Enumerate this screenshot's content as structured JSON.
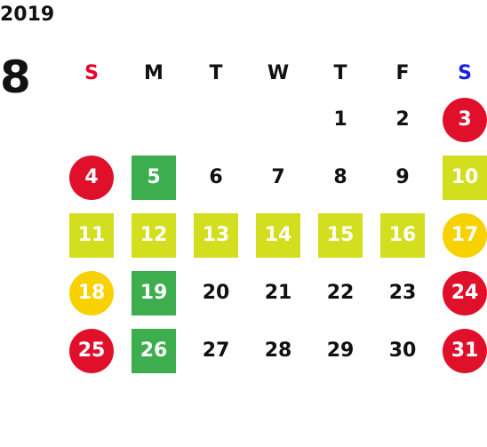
{
  "year": "2019",
  "month": "8",
  "colors": {
    "sunday": "#e8002d",
    "saturday": "#1a22e0",
    "text": "#111111",
    "holiday_red": "#e0102b",
    "holiday_yellow": "#f8d100",
    "green": "#3cae4e",
    "lime": "#d2de1e"
  },
  "weekdays": [
    {
      "label": "S",
      "color": "#e8002d"
    },
    {
      "label": "M",
      "color": "#111111"
    },
    {
      "label": "T",
      "color": "#111111"
    },
    {
      "label": "W",
      "color": "#111111"
    },
    {
      "label": "T",
      "color": "#111111"
    },
    {
      "label": "F",
      "color": "#111111"
    },
    {
      "label": "S",
      "color": "#1a22e0"
    }
  ],
  "weeks": [
    [
      {
        "day": "",
        "style": "none"
      },
      {
        "day": "",
        "style": "none"
      },
      {
        "day": "",
        "style": "none"
      },
      {
        "day": "",
        "style": "none"
      },
      {
        "day": "1",
        "style": "plain"
      },
      {
        "day": "2",
        "style": "plain"
      },
      {
        "day": "3",
        "style": "red-circle"
      }
    ],
    [
      {
        "day": "4",
        "style": "red-circle"
      },
      {
        "day": "5",
        "style": "green-square"
      },
      {
        "day": "6",
        "style": "plain"
      },
      {
        "day": "7",
        "style": "plain"
      },
      {
        "day": "8",
        "style": "plain"
      },
      {
        "day": "9",
        "style": "plain"
      },
      {
        "day": "10",
        "style": "lime-square"
      }
    ],
    [
      {
        "day": "11",
        "style": "lime-square"
      },
      {
        "day": "12",
        "style": "lime-square"
      },
      {
        "day": "13",
        "style": "lime-square"
      },
      {
        "day": "14",
        "style": "lime-square"
      },
      {
        "day": "15",
        "style": "lime-square"
      },
      {
        "day": "16",
        "style": "lime-square"
      },
      {
        "day": "17",
        "style": "yellow-circle"
      }
    ],
    [
      {
        "day": "18",
        "style": "yellow-circle"
      },
      {
        "day": "19",
        "style": "green-square"
      },
      {
        "day": "20",
        "style": "plain"
      },
      {
        "day": "21",
        "style": "plain"
      },
      {
        "day": "22",
        "style": "plain"
      },
      {
        "day": "23",
        "style": "plain"
      },
      {
        "day": "24",
        "style": "red-circle"
      }
    ],
    [
      {
        "day": "25",
        "style": "red-circle"
      },
      {
        "day": "26",
        "style": "green-square"
      },
      {
        "day": "27",
        "style": "plain"
      },
      {
        "day": "28",
        "style": "plain"
      },
      {
        "day": "29",
        "style": "plain"
      },
      {
        "day": "30",
        "style": "plain"
      },
      {
        "day": "31",
        "style": "red-circle"
      }
    ]
  ]
}
